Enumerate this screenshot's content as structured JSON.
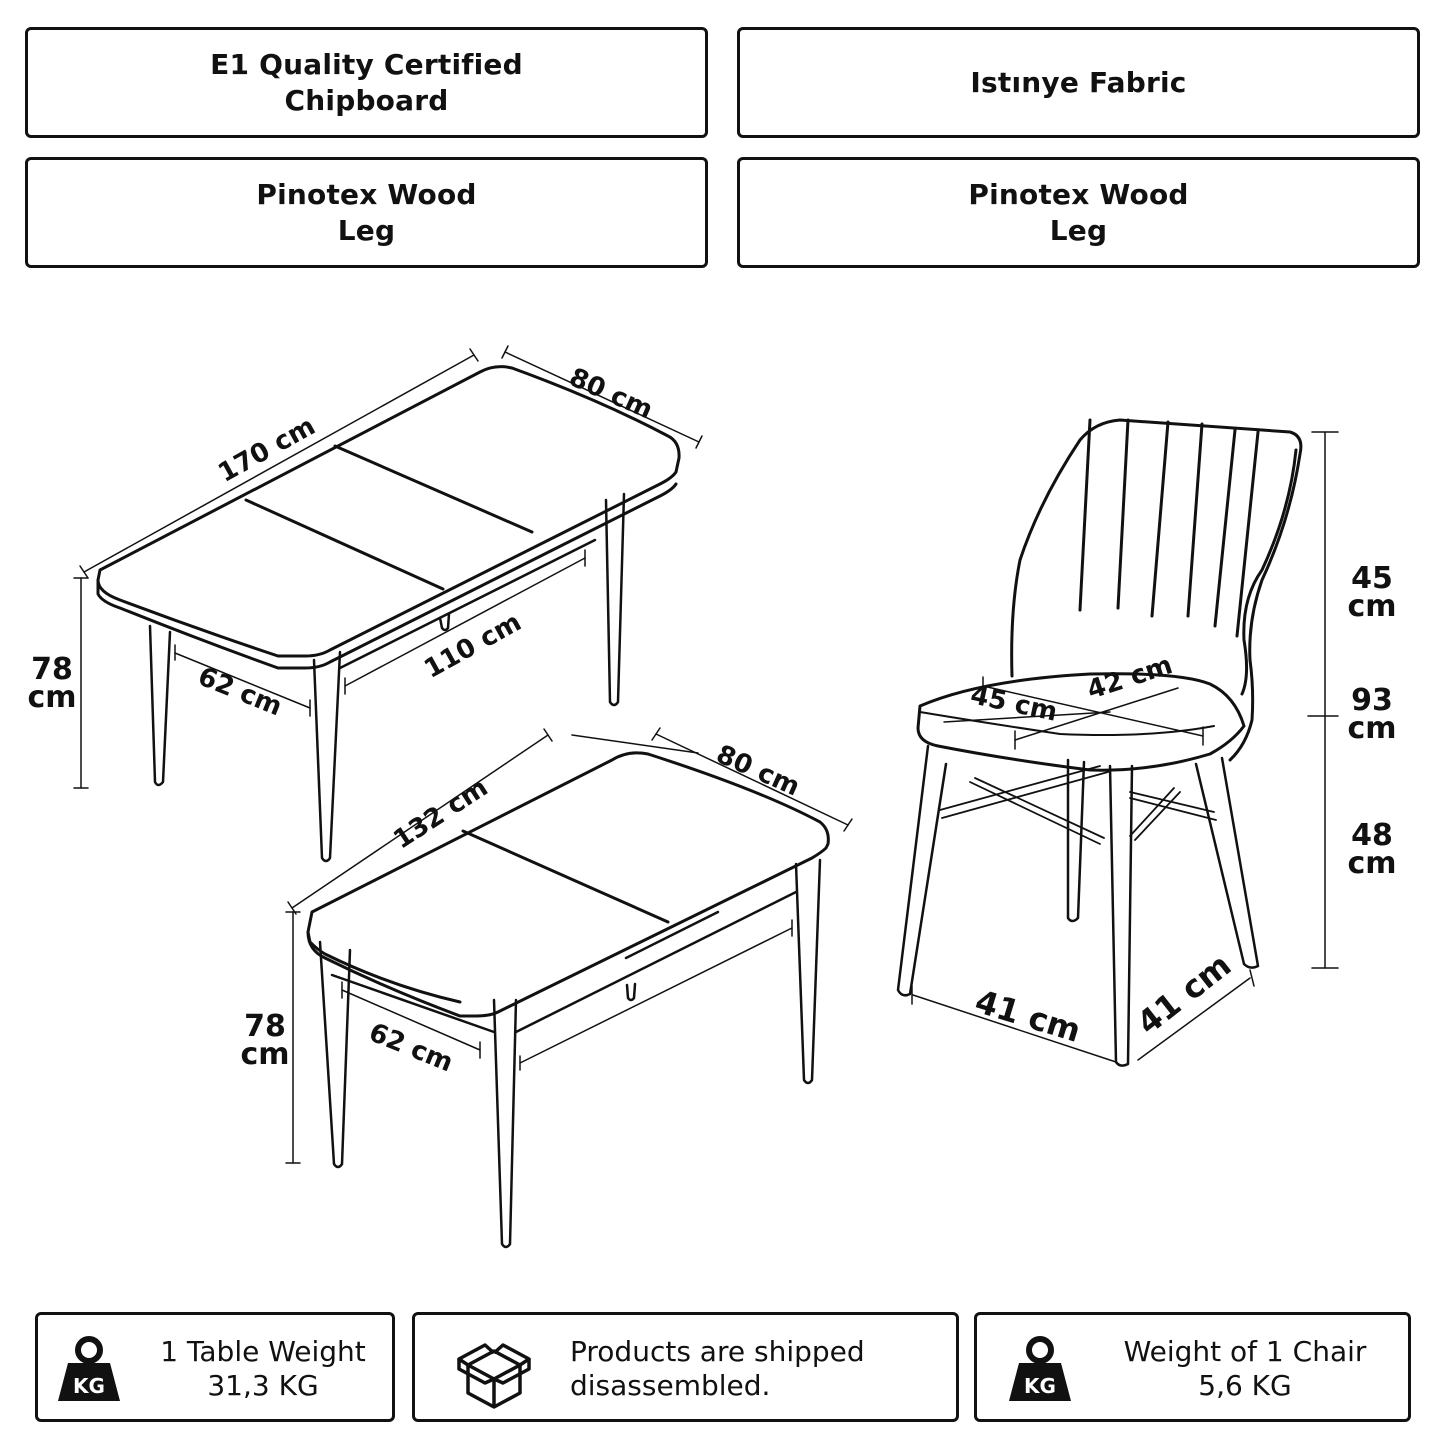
{
  "features": {
    "table_top": {
      "line1": "E1 Quality Certified",
      "line2": "Chipboard"
    },
    "chair_fabric": {
      "line1": "Istınye Fabric"
    },
    "table_leg": {
      "line1": "Pinotex Wood",
      "line2": "Leg"
    },
    "chair_leg": {
      "line1": "Pinotex Wood",
      "line2": "Leg"
    }
  },
  "table_extended": {
    "length": "170 cm",
    "width": "80 cm",
    "height_value": "78",
    "height_unit": "cm",
    "leg_span_short": "62 cm",
    "leg_span_long": "110 cm"
  },
  "table_closed": {
    "length": "132 cm",
    "width": "80 cm",
    "height_value": "78",
    "height_unit": "cm",
    "leg_span_short": "62 cm"
  },
  "chair": {
    "back_height_value": "45",
    "back_height_unit": "cm",
    "total_height_value": "93",
    "total_height_unit": "cm",
    "seat_height_value": "48",
    "seat_height_unit": "cm",
    "seat_width": "45 cm",
    "seat_depth": "42 cm",
    "base_width": "41 cm",
    "base_depth": "41 cm"
  },
  "info": {
    "table_weight": {
      "icon": "kg-weight-icon",
      "badge": "KG",
      "line1": "1 Table Weight",
      "line2": "31,3 KG"
    },
    "shipping": {
      "icon": "open-box-icon",
      "line1": "Products are shipped",
      "line2": "disassembled."
    },
    "chair_weight": {
      "icon": "kg-weight-icon",
      "badge": "KG",
      "line1": "Weight of 1 Chair",
      "line2": "5,6 KG"
    }
  },
  "colors": {
    "ink": "#111111",
    "background": "#ffffff"
  }
}
